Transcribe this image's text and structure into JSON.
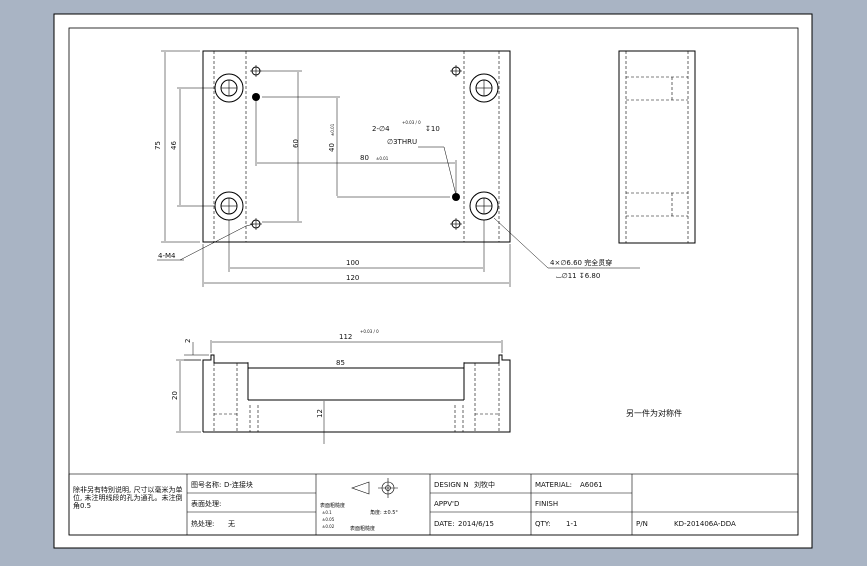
{
  "colors": {
    "background": "#a9b4c4",
    "sheet": "#ffffff",
    "line": "#000000"
  },
  "drawing": {
    "top_view": {
      "dim_overall_height": "75",
      "dim_hole_spacing_v": "46",
      "dim_inner_v": "60",
      "dim_40": "40",
      "dim_40_tol": "±0.01",
      "dim_80": "80",
      "dim_80_tol": "±0.01",
      "pin_note_prefix": "2-∅4",
      "pin_note_tol": "+0.03 / 0",
      "pin_note_depth": "↧10",
      "pin_note_thru": "∅3THRU",
      "thread_note": "4-M4",
      "dim_100": "100",
      "dim_120": "120",
      "cbore_note_line1": "4×∅6.60 完全贯穿",
      "cbore_note_line2": "⌴∅11 ↧6.80"
    },
    "front_view": {
      "dim_112": "112",
      "dim_112_tol": "+0.03 / 0",
      "dim_2": "2",
      "dim_85": "85",
      "dim_20": "20",
      "dim_12": "12"
    },
    "side_note": "另一件为对称件"
  },
  "title_block": {
    "notes": "除非另有特别说明, 尺寸以毫米为单位, 未注明线段的孔为通孔。未注倒角0.5",
    "part_name_label": "图号名称:",
    "part_name_value": "D-连接块",
    "surface_label": "表面处理:",
    "heat_label": "热处理:",
    "heat_value": "无",
    "roughness_label": "表面粗糙度",
    "roughness_label2": "表面粗糙度",
    "accuracy_label": "角度: ±0.5°",
    "tol_1": "±0.1",
    "tol_2": "±0.05",
    "tol_3": "±0.02",
    "design_label": "DESIGN N",
    "design_value": "刘牧中",
    "appvd_label": "APPV'D",
    "date_label": "DATE:",
    "date_value": "2014/6/15",
    "material_label": "MATERIAL:",
    "material_value": "A6061",
    "finish_label": "FINISH",
    "qty_label": "QTY:",
    "qty_value": "1-1",
    "pn_label": "P/N",
    "pn_value": "KD-201406A-DDA"
  }
}
